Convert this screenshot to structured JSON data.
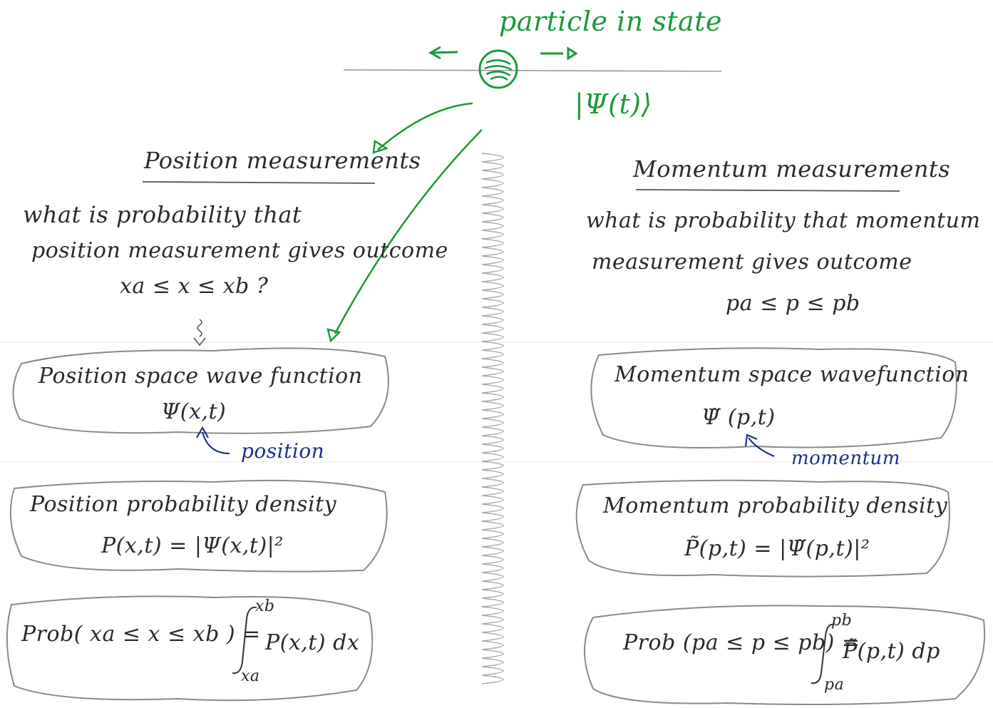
{
  "top": {
    "title": "particle   in   state",
    "state": "|Ψ(t)⟩"
  },
  "left": {
    "heading": "Position  measurements",
    "question_line1": "what  is  probability  that",
    "question_line2": "position  measurement  gives  outcome",
    "question_line3": "xa ≤ x ≤ xb ?",
    "wavefunction_label": "Position  space  wave function",
    "wavefunction_symbol": "Ψ(x,t)",
    "wavefunction_note": "position",
    "density_label": "Position  probability  density",
    "density_formula": "P(x,t) = |Ψ(x,t)|²",
    "prob_left": "Prob( xa ≤ x ≤ xb ) =",
    "prob_upper": "xb",
    "prob_lower": "xa",
    "prob_integrand": "P(x,t) dx"
  },
  "right": {
    "heading": "Momentum  measurements",
    "question_line1": "what is  probability  that  momentum",
    "question_line2": "measurement  gives  outcome",
    "question_line3": "pa ≤ p ≤ pb",
    "wavefunction_label": "Momentum  space  wavefunction",
    "wavefunction_symbol": "Ψ̃ (p,t)",
    "wavefunction_note": "momentum",
    "density_label": "Momentum  probability  density",
    "density_formula": "P̃(p,t) = |Ψ̃(p,t)|²",
    "prob_left": "Prob (pa ≤ p ≤ pb) =",
    "prob_upper": "pb",
    "prob_lower": "pa",
    "prob_integrand": "P̃(p,t) dp"
  },
  "colors": {
    "ink": "#2a2a2a",
    "green": "#1a9a3a",
    "blue": "#1b2f8f",
    "pencil": "#8a8a8a"
  }
}
